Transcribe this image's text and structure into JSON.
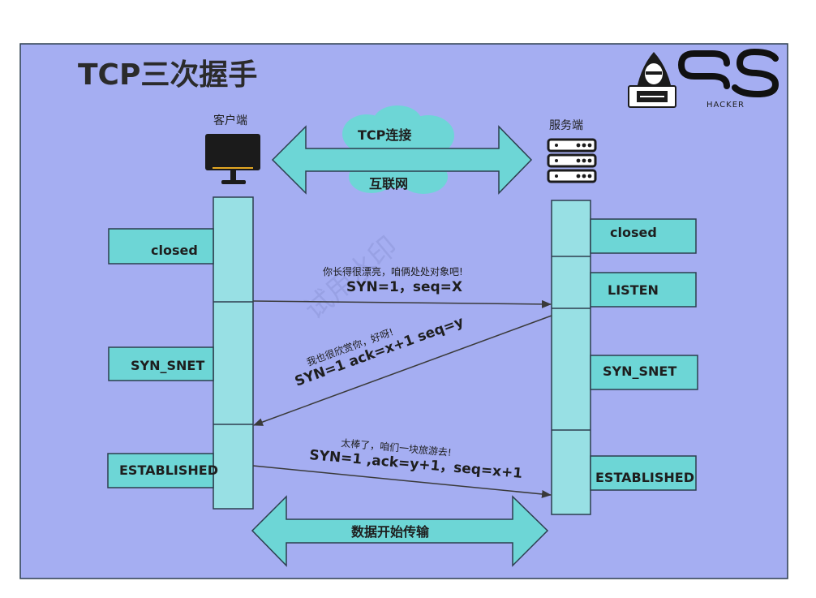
{
  "title": "TCP三次握手",
  "client": {
    "label": "客户端",
    "icon": "monitor-icon"
  },
  "server": {
    "label": "服务端",
    "icon": "server-rack-icon"
  },
  "network": {
    "top_label": "TCP连接",
    "bottom_label": "互联网"
  },
  "client_states": [
    "closed",
    "SYN_SNET",
    "ESTABLISHED"
  ],
  "server_states": [
    "closed",
    "LISTEN",
    "SYN_SNET",
    "ESTABLISHED"
  ],
  "handshake": [
    {
      "note": "你长得很漂亮，咱俩处处对象吧!",
      "params": "SYN=1，seq=X"
    },
    {
      "note": "我也很欣赏你，好呀!",
      "params": "SYN=1 ack=x+1  seq=y"
    },
    {
      "note": "太棒了，咱们一块旅游去!",
      "params": "SYN=1 ,ack=y+1，seq=x+1"
    }
  ],
  "data_transfer": "数据开始传输",
  "logo": {
    "text": "HACKER",
    "icon": "hooded-hacker-icon"
  },
  "watermark": "试用水印",
  "colors": {
    "frame_bg": "#a5aef2",
    "teal": "#6dd6d6",
    "lifeline": "#98e0e4",
    "stroke": "#2d3e4e"
  }
}
